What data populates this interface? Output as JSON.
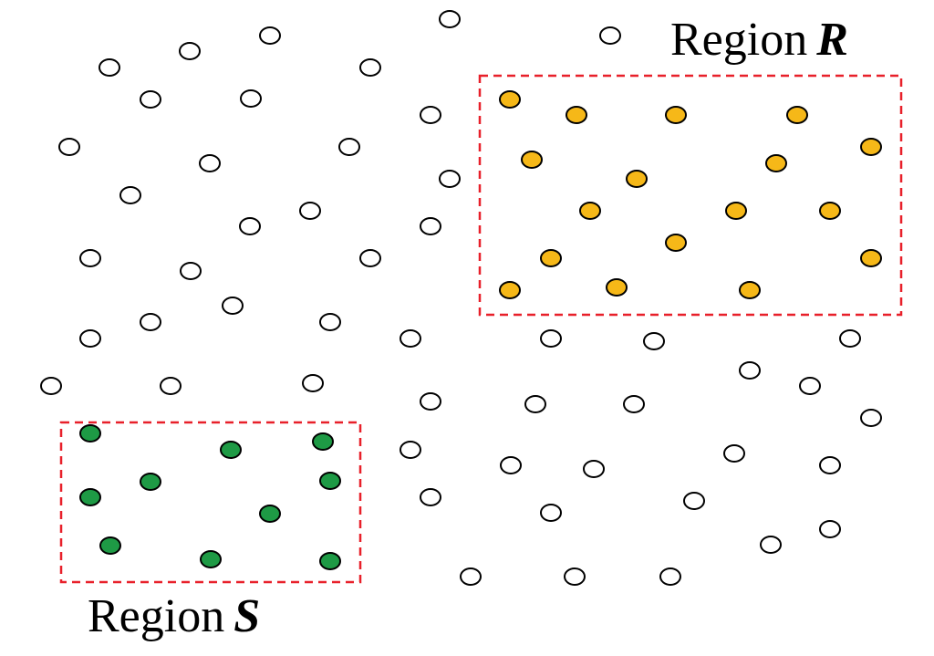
{
  "labels": {
    "region_r_word": "Region",
    "region_r_symbol": "R",
    "region_s_word": "Region",
    "region_s_symbol": "S"
  },
  "colors": {
    "background": "#ffffff",
    "point_outline": "#000000",
    "region_border": "#e8202a",
    "region_r_fill": "#f6b818",
    "region_s_fill": "#1e9a45",
    "outside_fill": "#ffffff"
  }
}
